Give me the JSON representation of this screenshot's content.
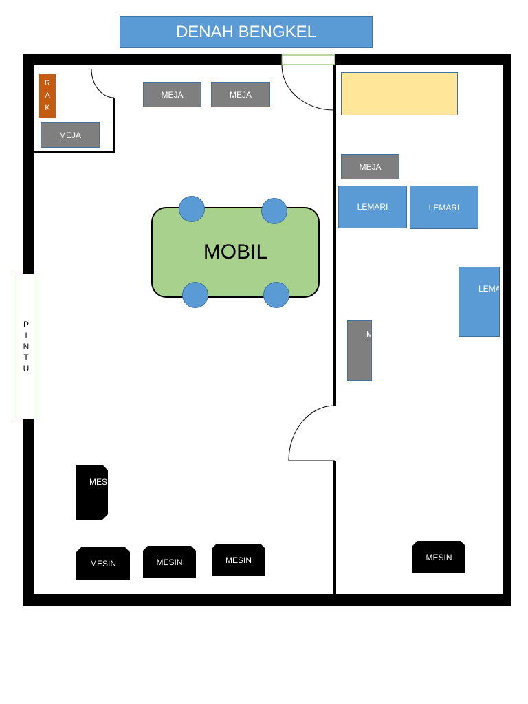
{
  "title": "DENAH BENGKEL",
  "labels": {
    "rak": [
      "R",
      "A",
      "K"
    ],
    "pintu": [
      "P",
      "I",
      "N",
      "T",
      "U"
    ],
    "meja": "MEJA",
    "lemari": "LEMARI",
    "mobil": "MOBIL",
    "mesin": "MESIN",
    "mesin_partial": "MES",
    "meja_partial": "M",
    "lemari_partial": "LEMARI"
  },
  "colors": {
    "title_fill": "#5b9bd5",
    "wall": "#000000",
    "table_fill": "#7f7f7f",
    "cabinet_fill": "#5b9bd5",
    "rack_fill": "#c55a11",
    "car_fill": "#a9d18e",
    "counter_fill": "#ffe699",
    "machine_fill": "#000000",
    "door_outline": "#70ad47"
  }
}
